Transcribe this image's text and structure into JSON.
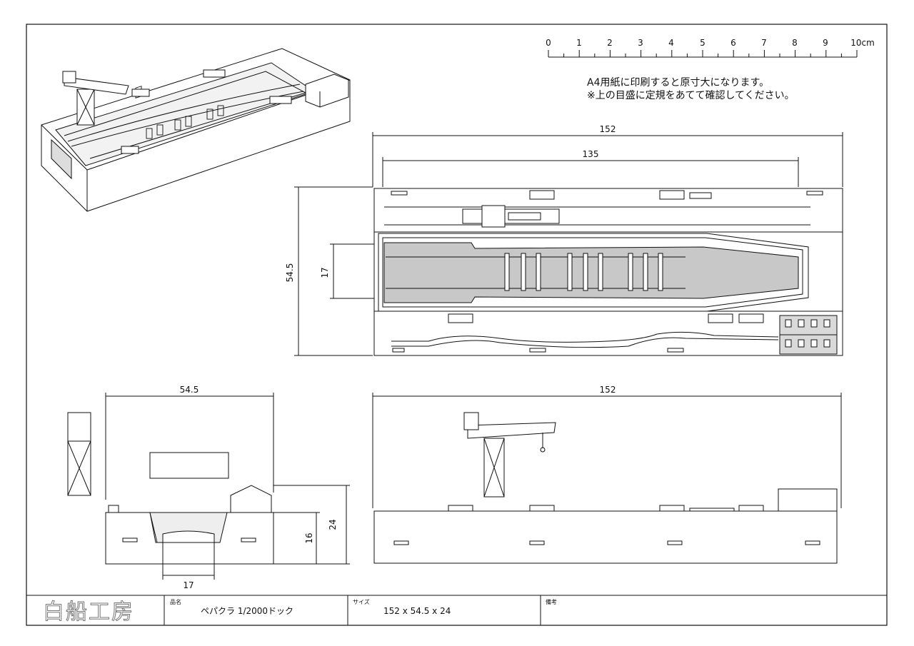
{
  "ruler": {
    "ticks": [
      "0",
      "1",
      "2",
      "3",
      "4",
      "5",
      "6",
      "7",
      "8",
      "9",
      "10cm"
    ]
  },
  "notes": {
    "line1": "A4用紙に印刷すると原寸大になります。",
    "line2": "※上の目盛に定規をあてて確認してください。"
  },
  "dimensions": {
    "top_total_length": "152",
    "top_inner_length": "135",
    "top_depth": "54.5",
    "top_dock_width": "17",
    "side_length": "152",
    "end_width": "54.5",
    "end_dock_width": "17",
    "end_height_inner": "16",
    "end_height_total": "24"
  },
  "title_block": {
    "logo": "白船工房",
    "name_label": "品名",
    "name_value": "ペパクラ 1/2000ドック",
    "size_label": "サイズ",
    "size_value": "152 x 54.5 x 24",
    "remarks_label": "備考",
    "remarks_value": ""
  },
  "colors": {
    "line": "#111111",
    "dock_fill": "#c8c8c8",
    "hatch_fill": "#d9d9d9"
  }
}
